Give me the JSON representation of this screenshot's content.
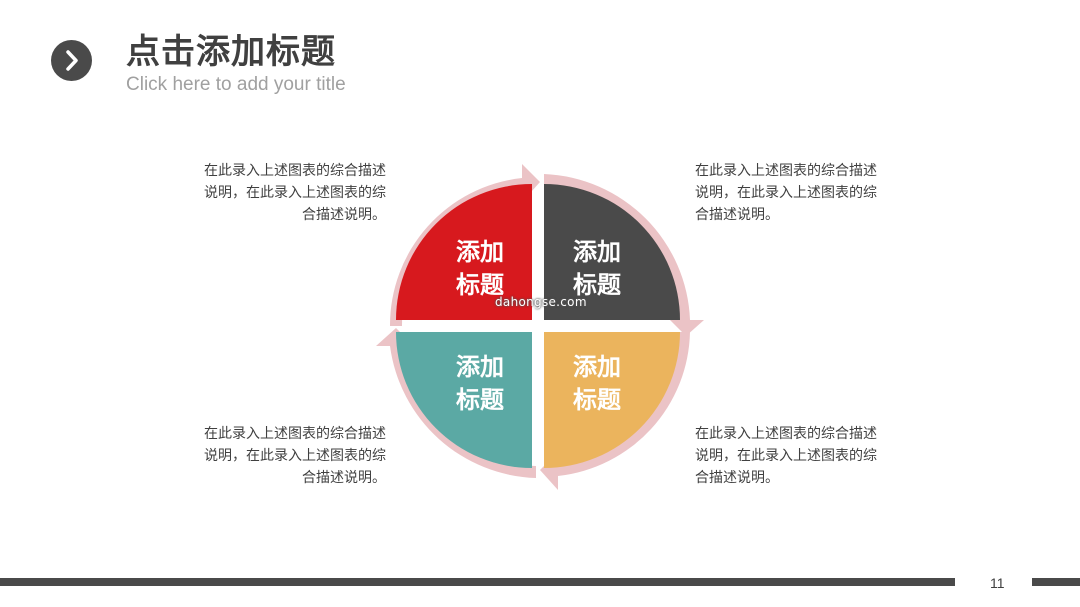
{
  "header": {
    "icon": "chevron-right-icon",
    "title": "点击添加标题",
    "subtitle": "Click here to add your title"
  },
  "descriptions": {
    "top_left": {
      "line1": "在此录入上述图表的综合描述",
      "line2": "说明，在此录入上述图表的综",
      "line3": "合描述说明。"
    },
    "top_right": {
      "line1": "在此录入上述图表的综合描述",
      "line2": "说明，在此录入上述图表的综",
      "line3": "合描述说明。"
    },
    "bottom_left": {
      "line1": "在此录入上述图表的综合描述",
      "line2": "说明，在此录入上述图表的综",
      "line3": "合描述说明。"
    },
    "bottom_right": {
      "line1": "在此录入上述图表的综合描述",
      "line2": "说明，在此录入上述图表的综",
      "line3": "合描述说明。"
    }
  },
  "quadrants": {
    "top_left": {
      "line1": "添加",
      "line2": "标题",
      "color": "#d7191e"
    },
    "top_right": {
      "line1": "添加",
      "line2": "标题",
      "color": "#4a4a4a"
    },
    "bottom_left": {
      "line1": "添加",
      "line2": "标题",
      "color": "#5ba9a4"
    },
    "bottom_right": {
      "line1": "添加",
      "line2": "标题",
      "color": "#ebb45d"
    }
  },
  "ring_color": "#ebc3c6",
  "watermark": "dahongse.com",
  "footer": {
    "page_number": "11"
  }
}
